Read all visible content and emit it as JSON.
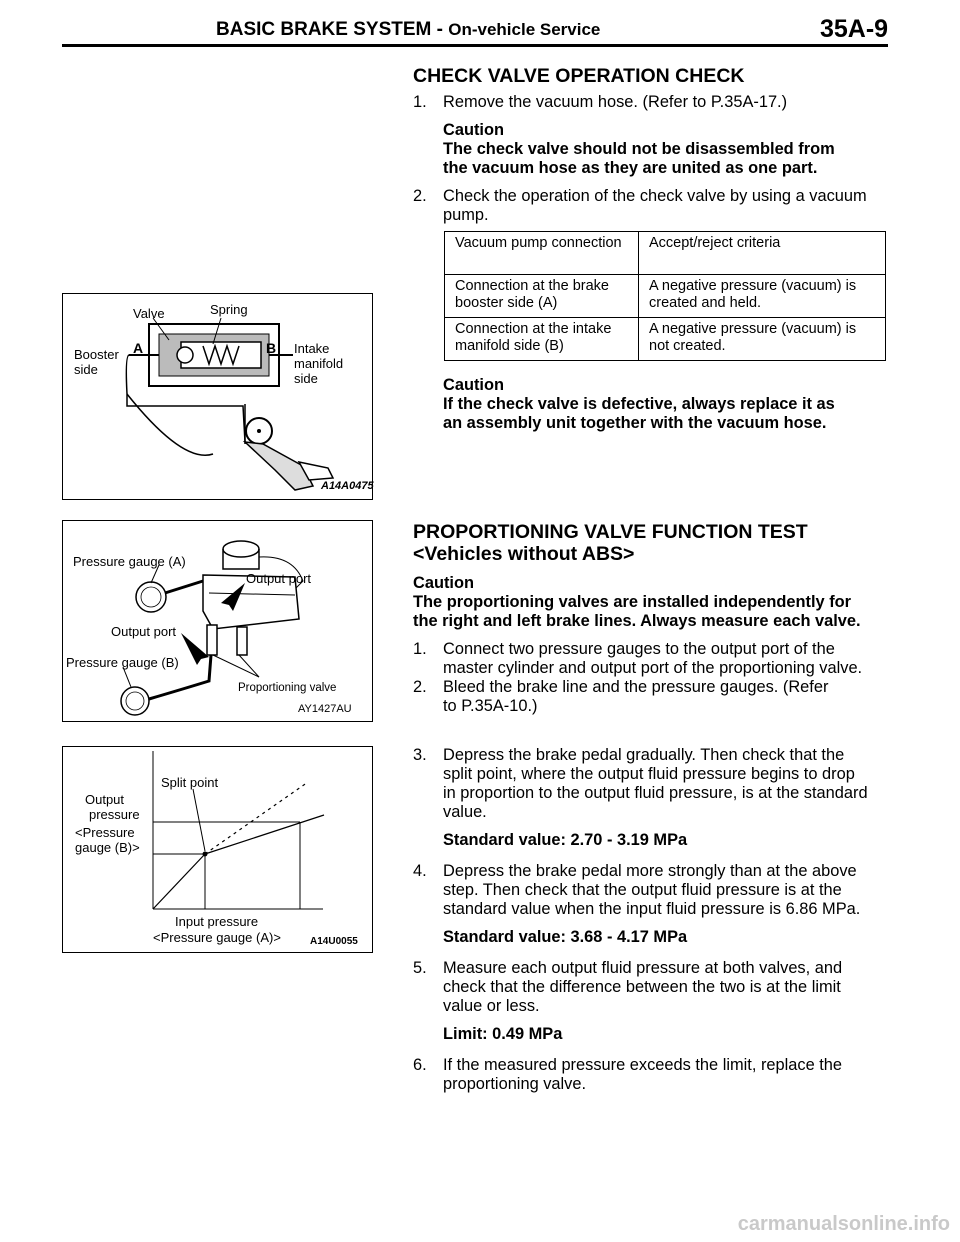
{
  "header": {
    "title": "BASIC BRAKE SYSTEM -",
    "subtitle": "On-vehicle Service",
    "page": "35A-9"
  },
  "check_valve": {
    "heading": "CHECK VALVE OPERATION CHECK",
    "step1": "Remove the vacuum hose. (Refer to P.35A-17.)",
    "caution1_label": "Caution",
    "caution1_l1": "The check valve should not be disassembled from",
    "caution1_l2": "the vacuum hose as they are united as one part.",
    "step2_l1": "Check the operation of the check valve by using a vacuum",
    "step2_l2": "pump.",
    "table": {
      "header": [
        "Vacuum pump connection",
        "Accept/reject criteria"
      ],
      "rows": [
        [
          "Connection at the brake booster side (A)",
          "A negative pressure (vacuum) is created and held."
        ],
        [
          "Connection at the intake manifold side (B)",
          "A negative pressure (vacuum) is not created."
        ]
      ]
    },
    "caution2_label": "Caution",
    "caution2_l1": "If the check valve is defective, always replace it as",
    "caution2_l2": "an assembly unit together with the vacuum hose."
  },
  "fig1": {
    "valve": "Valve",
    "spring": "Spring",
    "booster": "Booster",
    "side": "side",
    "a": "A",
    "b": "B",
    "intake": "Intake",
    "manifold": "manifold",
    "side2": "side",
    "code": "A14A0475"
  },
  "proportioning": {
    "heading": "PROPORTIONING VALVE FUNCTION TEST",
    "subheading": "<Vehicles without ABS>",
    "caution_label": "Caution",
    "caution_l1": "The proportioning valves are installed independently for",
    "caution_l2": "the right and left brake lines. Always measure each valve.",
    "step1_l1": "Connect two pressure gauges to the output port of the",
    "step1_l2": "master cylinder and output port of the proportioning valve.",
    "step2_l1": "Bleed the brake line and the pressure gauges. (Refer",
    "step2_l2": "to P.35A-10.)",
    "step3_l1": "Depress the brake pedal gradually. Then check that the",
    "step3_l2": "split point, where the output fluid pressure begins to drop",
    "step3_l3": "in proportion to the output fluid pressure, is at the standard",
    "step3_l4": "value.",
    "std1": "Standard value: 2.70  -  3.19 MPa",
    "step4_l1": "Depress the brake pedal more strongly than at the above",
    "step4_l2": "step. Then check that the output fluid pressure is at the",
    "step4_l3": "standard value when the input fluid pressure is 6.86 MPa.",
    "std2": "Standard value: 3.68  -  4.17 MPa",
    "step5_l1": "Measure each output fluid pressure at both valves, and",
    "step5_l2": "check that the difference between the two is at the limit",
    "step5_l3": "value or less.",
    "limit": "Limit: 0.49 MPa",
    "step6_l1": "If the measured pressure exceeds the limit, replace the",
    "step6_l2": "proportioning valve."
  },
  "fig2": {
    "gauge_a": "Pressure gauge (A)",
    "output_port_1": "Output port",
    "output_port_2": "Output port",
    "gauge_b": "Pressure gauge (B)",
    "prop_valve": "Proportioning valve",
    "code": "AY1427AU"
  },
  "fig3": {
    "split_point": "Split point",
    "output": "Output",
    "pressure": "pressure",
    "gauge_b_1": "<Pressure",
    "gauge_b_2": "gauge (B)>",
    "input_pressure": "Input pressure",
    "gauge_a": "<Pressure gauge (A)>",
    "code": "A14U0055"
  },
  "numbers": [
    "1.",
    "2.",
    "1.",
    "2.",
    "3.",
    "4.",
    "5.",
    "6."
  ],
  "watermark": "carmanualsonline.info"
}
